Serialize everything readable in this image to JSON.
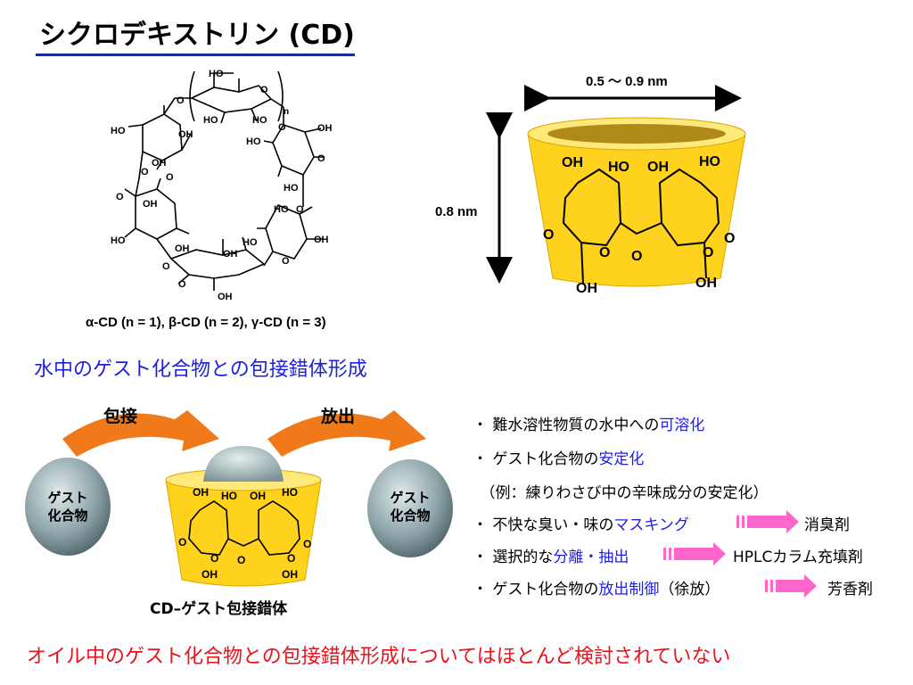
{
  "title": "シクロデキストリン (CD)",
  "formula": {
    "caption": "α-CD (n = 1), β-CD (n = 2), γ-CD (n = 3)",
    "n_label": "n",
    "hydroxyl": "OH",
    "hydroxyl_rev": "HO",
    "oxygen": "O"
  },
  "cone": {
    "width_label": "0.5 ～ 0.9 nm",
    "height_label": "0.8 nm",
    "labels_top": [
      "OH",
      "HO",
      "OH",
      "HO"
    ],
    "oxygen": "O",
    "labels_bottom": [
      "OH",
      "OH"
    ]
  },
  "subtitle": "水中のゲスト化合物との包接錯体形成",
  "process": {
    "include_label": "包接",
    "release_label": "放出",
    "guest_left": [
      "ゲスト",
      "化合物"
    ],
    "guest_right": [
      "ゲスト",
      "化合物"
    ],
    "complex_caption": "CD–ゲスト包接錯体"
  },
  "bullets": [
    {
      "prefix": "・ 難水溶性物質の水中への",
      "highlight": "可溶化",
      "suffix": "",
      "product": ""
    },
    {
      "prefix": "・ ゲスト化合物の",
      "highlight": "安定化",
      "suffix": "",
      "product": ""
    },
    {
      "prefix": "　（例：練りわさび中の辛味成分の安定化）",
      "highlight": "",
      "suffix": "",
      "product": ""
    },
    {
      "prefix": "・ 不快な臭い・味の",
      "highlight": "マスキング",
      "suffix": "",
      "product": "消臭剤"
    },
    {
      "prefix": "・ 選択的な",
      "highlight": "分離・抽出",
      "suffix": "",
      "product": "HPLCカラム充填剤"
    },
    {
      "prefix": "・ ゲスト化合物の",
      "highlight": "放出制御",
      "suffix": "（徐放）",
      "product": "芳香剤"
    }
  ],
  "bottom_line": "オイル中のゲスト化合物との包接錯体形成についてはほとんど検討されていない",
  "colors": {
    "title_underline": "#1a2ea8",
    "blue_text": "#1c1fe0",
    "red_text": "#e8121c",
    "cone_yellow": "#ffd21e",
    "orange_arrow": "#f07a1a",
    "pink_arrow": "#ff66cc"
  }
}
